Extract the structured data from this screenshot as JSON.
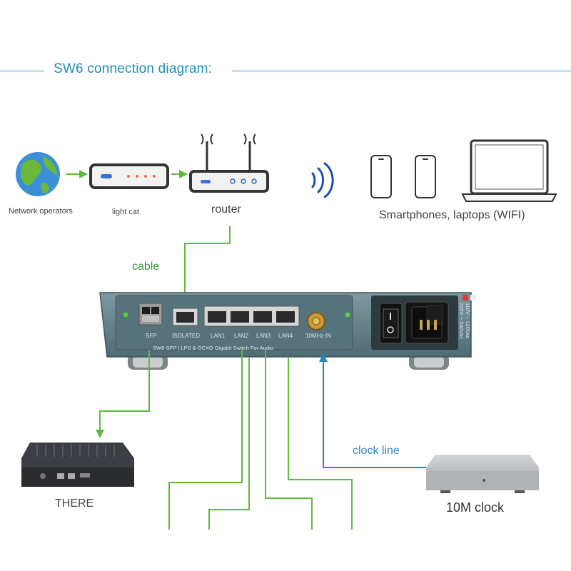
{
  "header": {
    "title": "SW6 connection diagram:"
  },
  "devices": {
    "network_operators": "Network operators",
    "light_cat": "light cat",
    "router": "router",
    "wifi_clients": "Smartphones, laptops (WIFI)",
    "there": "THERE",
    "clock": "10M clock"
  },
  "links": {
    "cable": "cable",
    "clock_line": "clock line"
  },
  "switch": {
    "ports": [
      "SFP",
      "ISOLATED",
      "LAN1",
      "LAN2",
      "LAN3",
      "LAN4",
      "10MHz-IN"
    ],
    "model_text": "SW6-SFP  |  LPS & OCXO Gigabit Switch For Audio",
    "voltage_1": "110V ~ 120Vac",
    "voltage_2": "220V ~ 240Vac"
  },
  "colors": {
    "title": "#1f8fb0",
    "cable_green": "#5cbb3c",
    "clock_blue": "#2a86c2",
    "chassis": "#5e7c84"
  }
}
